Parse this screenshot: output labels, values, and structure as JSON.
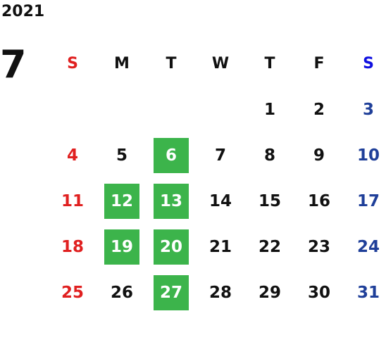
{
  "year": "2021",
  "month": "7",
  "colors": {
    "sunday": "#e02020",
    "saturday": "#1f3f99",
    "saturday_header": "#1010e0",
    "weekday": "#111111",
    "highlight_bg": "#3cb44b",
    "highlight_text": "#ffffff"
  },
  "weekdays": [
    "S",
    "M",
    "T",
    "W",
    "T",
    "F",
    "S"
  ],
  "weeks": [
    [
      "",
      "",
      "",
      "",
      "1",
      "2",
      "3"
    ],
    [
      "4",
      "5",
      "6",
      "7",
      "8",
      "9",
      "10"
    ],
    [
      "11",
      "12",
      "13",
      "14",
      "15",
      "16",
      "17"
    ],
    [
      "18",
      "19",
      "20",
      "21",
      "22",
      "23",
      "24"
    ],
    [
      "25",
      "26",
      "27",
      "28",
      "29",
      "30",
      "31"
    ]
  ],
  "highlighted": [
    "6",
    "12",
    "13",
    "19",
    "20",
    "27"
  ]
}
